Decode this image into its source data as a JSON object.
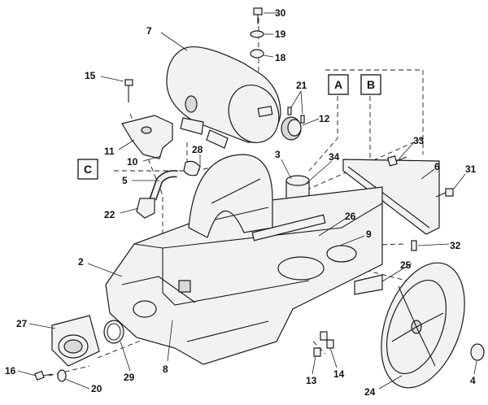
{
  "diagram": {
    "callouts": [
      "30",
      "19",
      "18",
      "7",
      "15",
      "21",
      "12",
      "11",
      "10",
      "28",
      "3",
      "34",
      "33",
      "6",
      "31",
      "5",
      "22",
      "26",
      "9",
      "32",
      "2",
      "25",
      "27",
      "8",
      "16",
      "20",
      "29",
      "13",
      "14",
      "24",
      "4"
    ],
    "boxed_labels": [
      "A",
      "B",
      "C"
    ]
  }
}
